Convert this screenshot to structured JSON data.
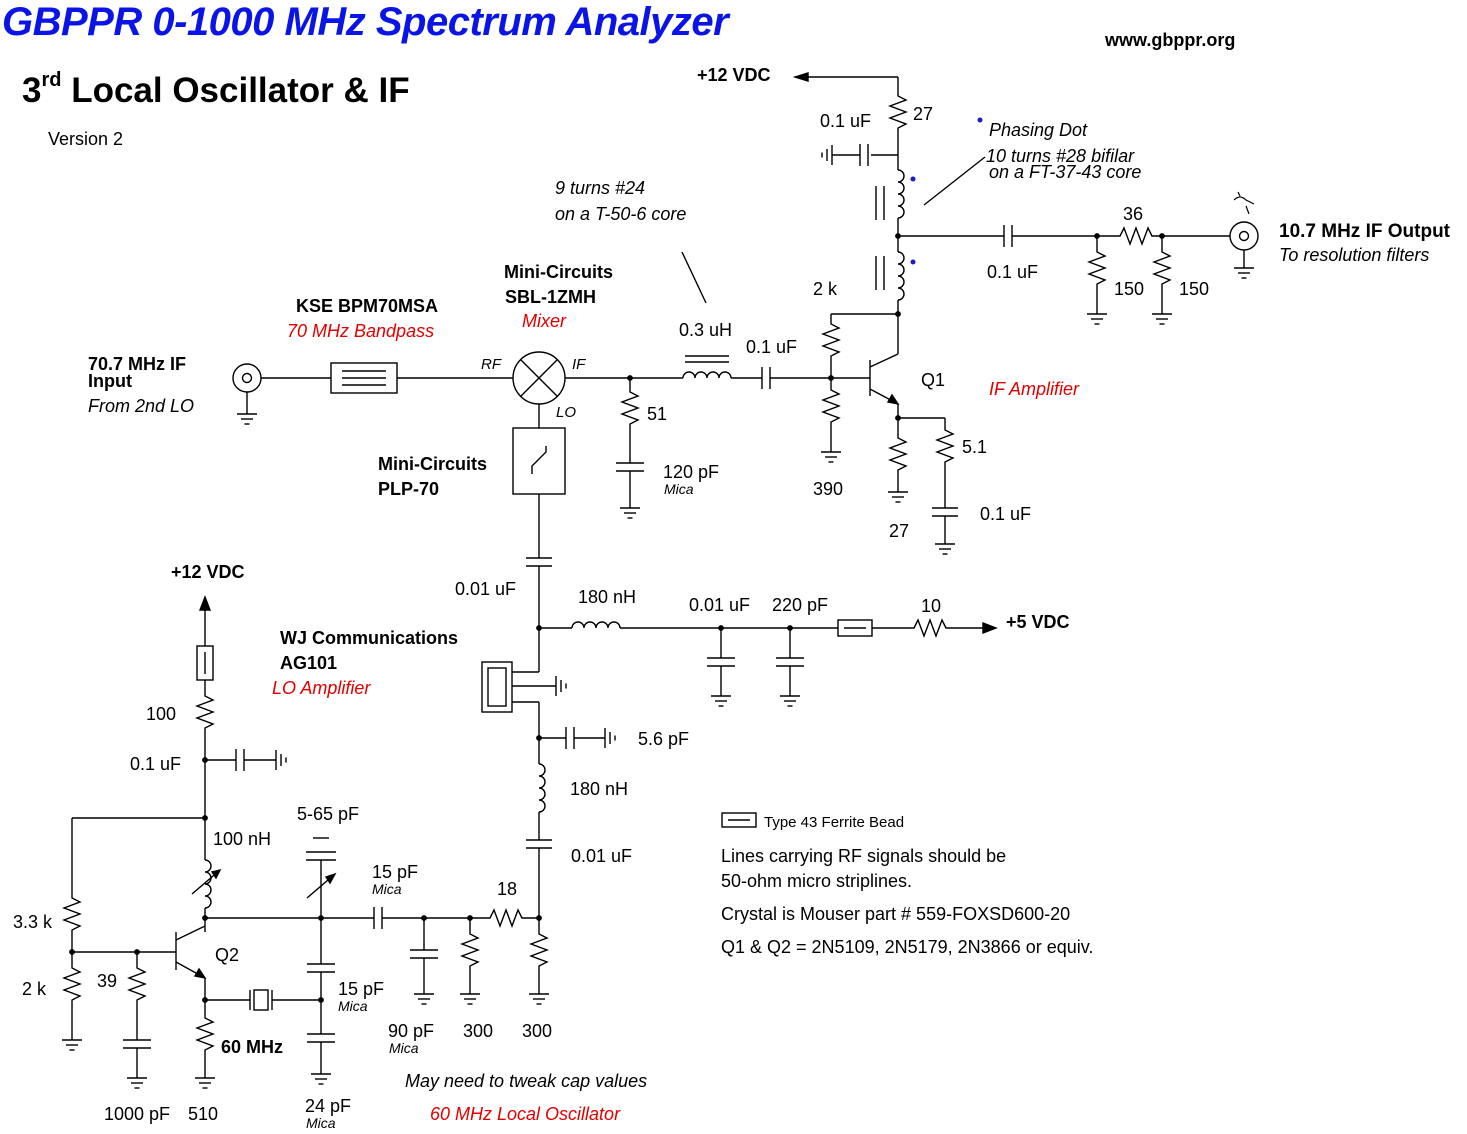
{
  "header": {
    "title": "GBPPR 0-1000 MHz Spectrum Analyzer",
    "subtitle_main": "3",
    "subtitle_sup": "rd",
    "subtitle_rest": " Local Oscillator & IF",
    "version": "Version 2",
    "website": "www.gbppr.org"
  },
  "colors": {
    "title": "#0a14e6",
    "accent_red": "#e00000",
    "phasing_dot": "#1a1acc"
  },
  "labels": {
    "supply_12v_top": "+12 VDC",
    "supply_12v_left": "+12 VDC",
    "supply_5v": "+5 VDC",
    "c_01uf_top": "0.1 uF",
    "r_27_top": "27",
    "phasing_dot": "Phasing Dot",
    "transformer_line1": "10 turns #28 bifilar",
    "transformer_line2": "on a FT-37-43 core",
    "coil_line1": "9 turns #24",
    "coil_line2": "on a T-50-6 core",
    "r_36": "36",
    "output_title": "10.7 MHz IF Output",
    "output_sub": "To resolution filters",
    "c_01uf_out": "0.1 uF",
    "r_150a": "150",
    "r_150b": "150",
    "r_2k_bias": "2 k",
    "mixer_maker": "Mini-Circuits",
    "mixer_part": "SBL-1ZMH",
    "mixer_label": "Mixer",
    "bpf_part": "KSE BPM70MSA",
    "bpf_label": "70 MHz Bandpass",
    "l_03uh": "0.3 uH",
    "c_01uf_mid": "0.1 uF",
    "input_line1": "70.7 MHz IF",
    "input_line2": "Input",
    "input_line3": "From 2nd LO",
    "port_rf": "RF",
    "port_if": "IF",
    "port_lo": "LO",
    "r_51": "51",
    "q1": "Q1",
    "if_amp": "IF Amplifier",
    "r_51b": "5.1",
    "lpf_maker": "Mini-Circuits",
    "lpf_part": "PLP-70",
    "c_120pf": "120 pF",
    "mica_1": "Mica",
    "r_390": "390",
    "r_27_emit": "27",
    "c_01uf_emit": "0.1 uF",
    "c_001uf_a": "0.01 uF",
    "l_180nh_a": "180 nH",
    "c_001uf_b": "0.01 uF",
    "c_220pf": "220 pF",
    "r_10": "10",
    "amp_maker": "WJ Communications",
    "amp_part": "AG101",
    "amp_label": "LO Amplifier",
    "c_56pf": "5.6 pF",
    "l_180nh_b": "180 nH",
    "c_001uf_c": "0.01 uF",
    "r_100": "100",
    "c_01uf_left": "0.1 uF",
    "l_100nh": "100 nH",
    "c_5_65pf": "5-65 pF",
    "c_15pf_a": "15 pF",
    "mica_2": "Mica",
    "r_18": "18",
    "r_33k": "3.3 k",
    "r_2k_q2": "2 k",
    "r_39": "39",
    "q2": "Q2",
    "c_15pf_b": "15 pF",
    "mica_3": "Mica",
    "crystal": "60 MHz",
    "c_90pf": "90 pF",
    "mica_4": "Mica",
    "r_300a": "300",
    "r_300b": "300",
    "c_1000pf": "1000 pF",
    "r_510": "510",
    "c_24pf": "24 pF",
    "mica_5": "Mica",
    "tweak_note": "May need to tweak cap values",
    "lo_title": "60 MHz Local Oscillator"
  },
  "notes": {
    "bead_legend": "Type 43 Ferrite Bead",
    "stripline_1": "Lines carrying RF signals should be",
    "stripline_2": "50-ohm micro striplines.",
    "crystal_note": "Crystal is Mouser part # 559-FOXSD600-20",
    "transistor_note": "Q1 & Q2 = 2N5109, 2N5179, 2N3866 or equiv."
  }
}
